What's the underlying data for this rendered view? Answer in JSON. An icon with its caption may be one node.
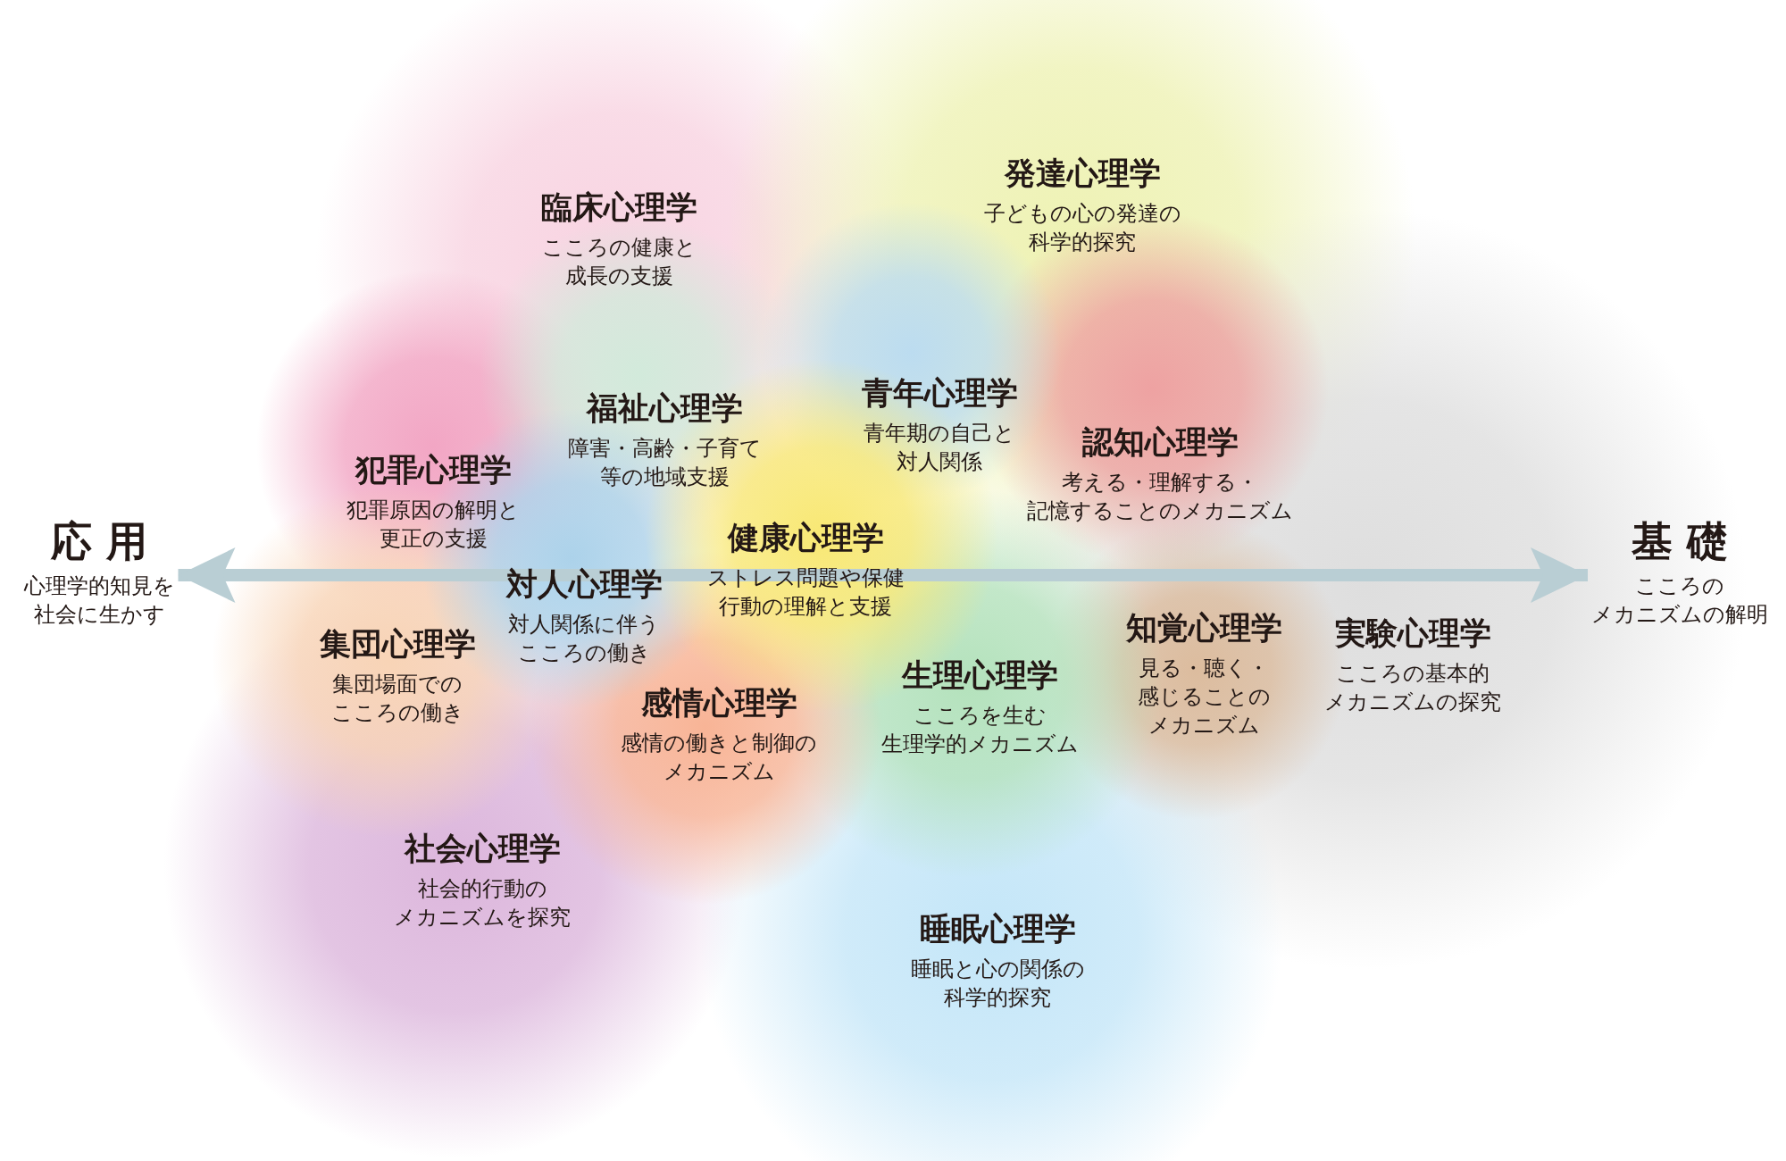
{
  "diagram": {
    "nodes": [
      {
        "text": [
          "応用",
          "心理学的知見を社会に生かす"
        ]
      },
      {
        "text": [
          "基礎",
          "こころのメカニズムの解明"
        ]
      },
      {
        "text": [
          "臨床心理学",
          "こころの健康と成長の支援"
        ]
      },
      {
        "text": [
          "発達心理学",
          "子どもの心の発達の科学的探究"
        ]
      },
      {
        "text": [
          "福祉心理学",
          "障害・高齢・子育て等の地域支援"
        ]
      },
      {
        "text": [
          "青年心理学",
          "青年期の自己と対人関係"
        ]
      },
      {
        "text": [
          "認知心理学",
          "考える・理解する・記憶することのメカニズム"
        ]
      },
      {
        "text": [
          "犯罪心理学",
          "犯罪原因の解明と更正の支援"
        ]
      },
      {
        "text": [
          "健康心理学",
          "ストレス問題や保健行動の理解と支援"
        ]
      },
      {
        "text": [
          "対人心理学",
          "対人関係に伴うこころの働き"
        ]
      },
      {
        "text": [
          "集団心理学",
          "集団場面でのこころの働き"
        ]
      },
      {
        "text": [
          "知覚心理学",
          "見る・聴く・感じることのメカニズム"
        ]
      },
      {
        "text": [
          "実験心理学",
          "こころの基本的メカニズムの探究"
        ]
      },
      {
        "text": [
          "生理心理学",
          "こころを生む生理学的メカニズム"
        ]
      },
      {
        "text": [
          "感情心理学",
          "感情の働きと制御のメカニズム"
        ]
      },
      {
        "text": [
          "社会心理学",
          "社会的行動のメカニズムを探究"
        ]
      },
      {
        "text": [
          "睡眠心理学",
          "睡眠と心の関係の科学的探究"
        ]
      }
    ],
    "edges": [
      {
        "from": 0,
        "to": 1,
        "arrow": "both"
      }
    ]
  }
}
